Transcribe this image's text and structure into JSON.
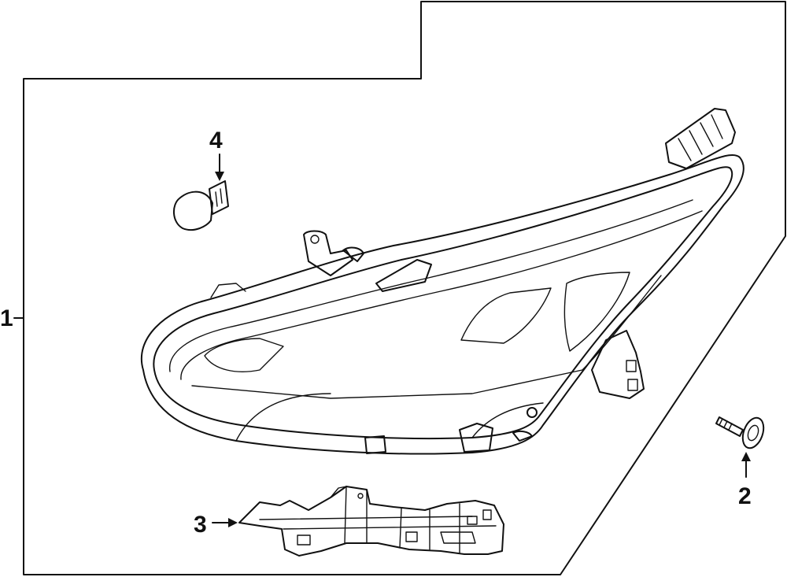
{
  "diagram": {
    "callouts": {
      "assembly": "1",
      "bolt": "2",
      "bracket": "3",
      "bulb": "4"
    }
  }
}
